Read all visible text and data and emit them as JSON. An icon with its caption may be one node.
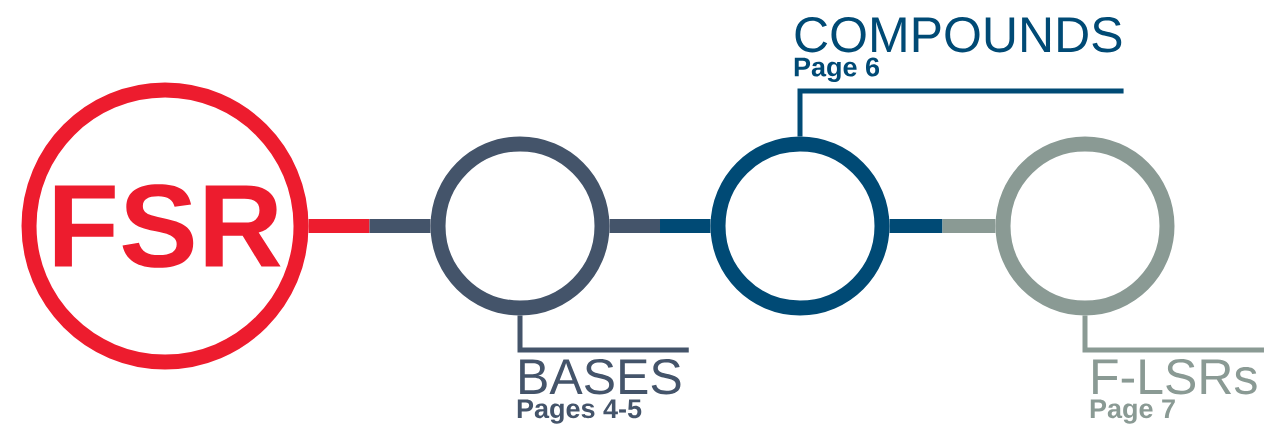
{
  "diagram": {
    "nodes": [
      {
        "text": [
          "FSR"
        ]
      },
      {
        "text": [],
        "shape": "circle"
      },
      {
        "text": [],
        "shape": "circle"
      },
      {
        "text": [],
        "shape": "circle"
      },
      {
        "text": [
          "BASES",
          "Pages 4-5"
        ]
      },
      {
        "text": [
          "COMPOUNDS",
          "Page 6"
        ]
      },
      {
        "text": [
          "F-LSRs",
          "Page 7"
        ]
      }
    ],
    "edges": [
      {
        "from": 0,
        "to": 1,
        "arrow": "none",
        "style": "thick",
        "color": "#ed1c2e"
      },
      {
        "from": 1,
        "to": 2,
        "arrow": "none",
        "style": "thick",
        "color": "#44546a"
      },
      {
        "from": 2,
        "to": 3,
        "arrow": "none",
        "style": "thick",
        "color": "#004a75"
      },
      {
        "from": 4,
        "to": 1,
        "arrow": "none",
        "color": "#44546a"
      },
      {
        "from": 5,
        "to": 2,
        "arrow": "none",
        "color": "#004a75"
      },
      {
        "from": 6,
        "to": 3,
        "arrow": "none",
        "color": "#8a9a94"
      }
    ]
  }
}
